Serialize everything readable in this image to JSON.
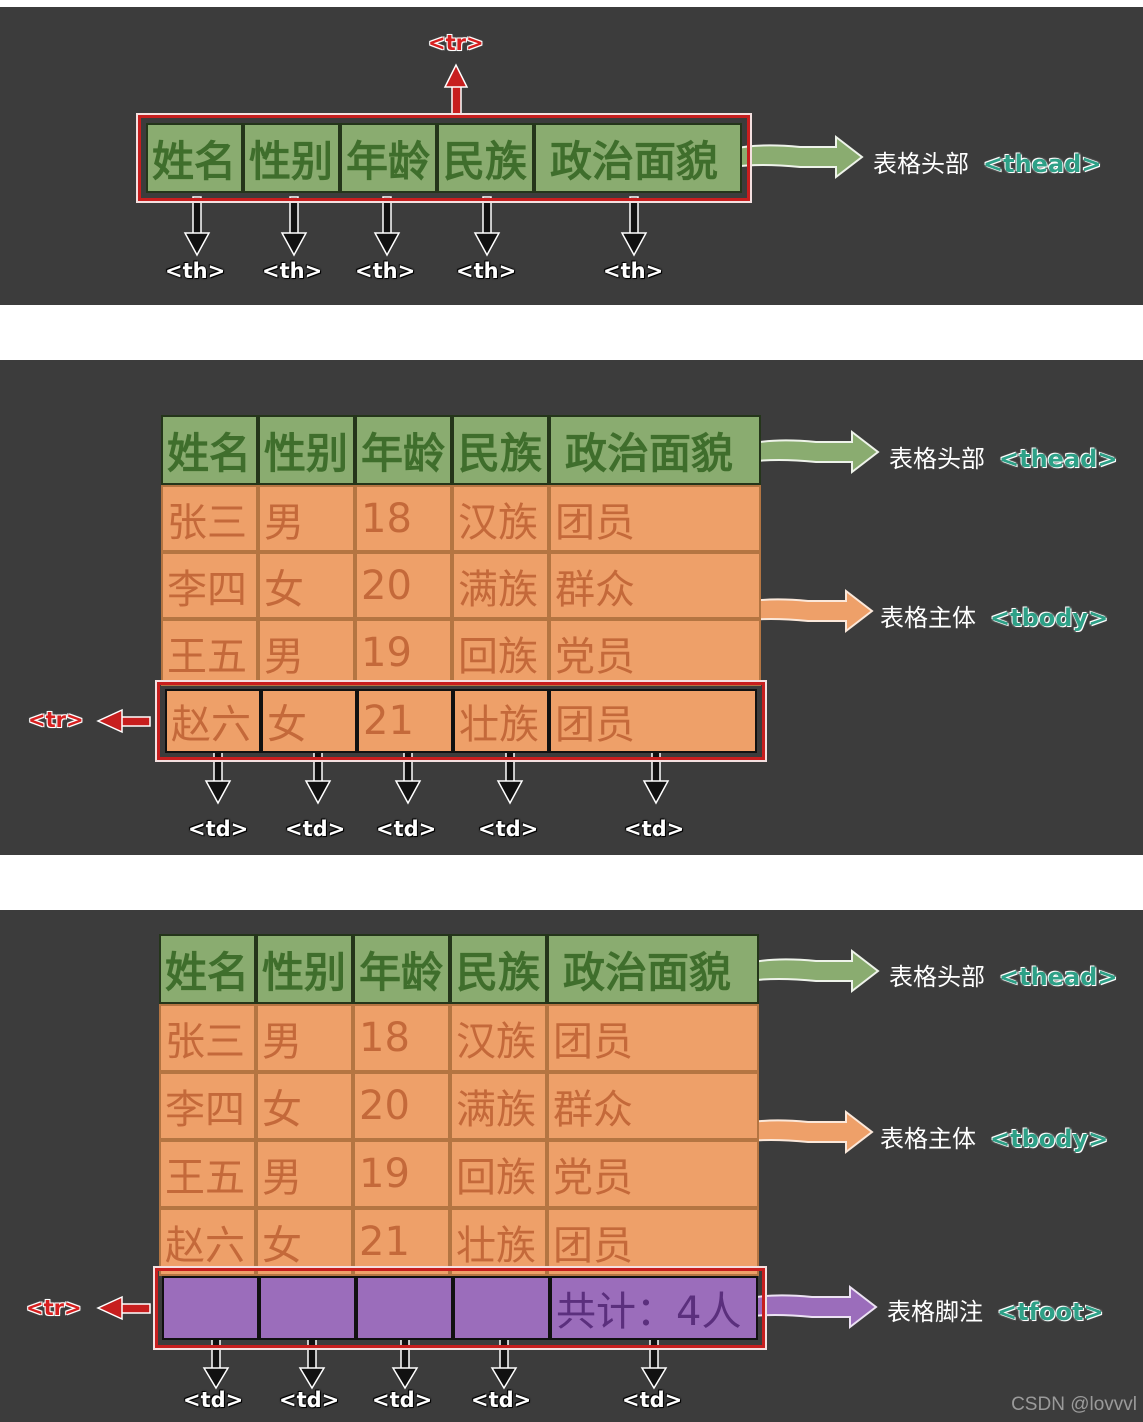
{
  "headers": [
    "姓名",
    "性别",
    "年龄",
    "民族",
    "政治面貌"
  ],
  "rows": [
    [
      "张三",
      "男",
      "18",
      "汉族",
      "团员"
    ],
    [
      "李四",
      "女",
      "20",
      "满族",
      "群众"
    ],
    [
      "王五",
      "男",
      "19",
      "回族",
      "党员"
    ],
    [
      "赵六",
      "女",
      "21",
      "壮族",
      "团员"
    ]
  ],
  "footer": [
    "",
    "",
    "",
    "",
    "共计：4人"
  ],
  "tags": {
    "tr": "<tr>",
    "th": "<th>",
    "td": "<td>"
  },
  "labels": {
    "thead_text": "表格头部",
    "thead_code": "<thead>",
    "tbody_text": "表格主体",
    "tbody_code": "<tbody>",
    "tfoot_text": "表格脚注",
    "tfoot_code": "<tfoot>"
  },
  "colors": {
    "head": "#8aac70",
    "body": "#eea069",
    "foot": "#9b6dbb",
    "highlight": "#c71e1e",
    "code": "#2ea087"
  },
  "watermark": "CSDN @lovvvl"
}
